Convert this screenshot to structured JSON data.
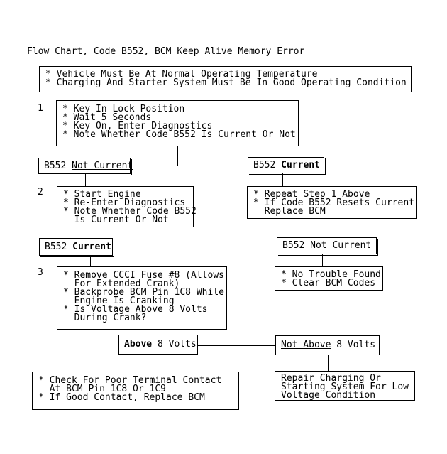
{
  "title": "Flow Chart, Code B552, BCM Keep Alive Memory Error",
  "colors": {
    "line": "#000000",
    "background": "#ffffff",
    "text": "#000000"
  },
  "preconditions": {
    "lines": [
      "* Vehicle Must Be At Normal Operating Temperature",
      "* Charging And Starter System Must Be In Good Operating Condition"
    ]
  },
  "steps": [
    {
      "number": "1",
      "lines": [
        "* Key In Lock Position",
        "* Wait 5 Seconds",
        "* Key On, Enter Diagnostics",
        "* Note Whether Code B552 Is Current Or Not"
      ]
    },
    {
      "number": "2",
      "lines": [
        "* Start Engine",
        "* Re-Enter Diagnostics",
        "* Note Whether Code B552",
        "  Is Current Or Not"
      ]
    },
    {
      "number": "3",
      "lines": [
        "* Remove CCCI Fuse #8 (Allows",
        "  For Extended Crank)",
        "* Backprobe BCM Pin 1C8 While",
        "  Engine Is Cranking",
        "* Is Voltage Above 8 Volts",
        "  During Crank?"
      ]
    }
  ],
  "decisions": {
    "row1_not_current": {
      "pre": "B552 ",
      "key": "Not Current",
      "post": ""
    },
    "row1_current": {
      "pre": "B552 ",
      "key": "Current",
      "post": ""
    },
    "row2_current": {
      "pre": "B552 ",
      "key": "Current",
      "post": ""
    },
    "row2_not_current": {
      "pre": "B552 ",
      "key": "Not Current",
      "post": ""
    },
    "row3_above": {
      "pre": "",
      "key": "Above",
      "post": " 8 Volts"
    },
    "row3_not_above": {
      "pre": "",
      "key": "Not Above",
      "post": " 8 Volts"
    }
  },
  "outcomes": {
    "repeat": {
      "lines": [
        "* Repeat Step 1 Above",
        "* If Code B552 Resets Current",
        "  Replace BCM"
      ]
    },
    "no_trouble": {
      "lines": [
        "* No Trouble Found",
        "* Clear BCM Codes"
      ]
    },
    "check_contact": {
      "lines": [
        "* Check For Poor Terminal Contact",
        "  At BCM Pin 1C8 Or 1C9",
        "* If Good Contact, Replace BCM"
      ]
    },
    "repair": {
      "lines": [
        "Repair Charging Or",
        "Starting System For Low",
        "Voltage Condition"
      ]
    }
  }
}
